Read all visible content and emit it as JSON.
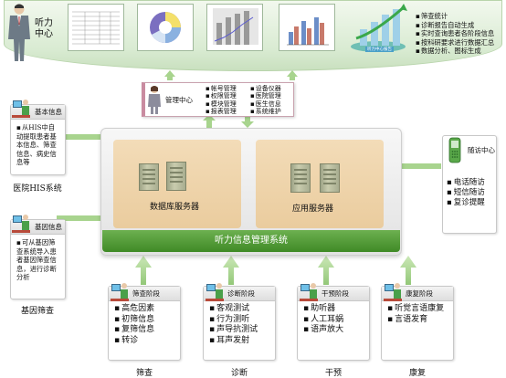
{
  "top": {
    "title_line1": "听力",
    "title_line2": "中心",
    "features": [
      "筛查统计",
      "诊断报告自动生成",
      "实时查询患者各阶段信息",
      "按科研要求进行数据汇总",
      "数据分析、图标生成"
    ],
    "thumb_3d_bar_label": "听力中心报告"
  },
  "management": {
    "title": "管理中心",
    "col1": [
      "帐号管理",
      "权限管理",
      "模块管理",
      "报表管理"
    ],
    "col2": [
      "设备仪器",
      "医院管理",
      "医生信息",
      "系统维护"
    ]
  },
  "basic_info": {
    "title": "基本信息",
    "body": [
      "从HIS中自动提取患者基本信息、筛查信息、病史信息等"
    ],
    "caption": "医院HIS系统"
  },
  "gene_info": {
    "title": "基因信息",
    "body": [
      "可从基因筛查系统导入患者基因筛查信息，进行诊断分析"
    ],
    "caption": "基因筛查"
  },
  "followup": {
    "title": "随访中心",
    "items": [
      "电话随访",
      "短信随访",
      "复诊提醒"
    ]
  },
  "core": {
    "db_server": "数据库服务器",
    "app_server": "应用服务器",
    "system_name": "听力信息管理系统"
  },
  "phases": [
    {
      "title": "筛查阶段",
      "items": [
        "高危因素",
        "初筛信息",
        "复筛信息",
        "转诊"
      ],
      "caption": "筛查"
    },
    {
      "title": "诊断阶段",
      "items": [
        "客观测试",
        "行为测听",
        "声导抗测试",
        "耳声发射"
      ],
      "caption": "诊断"
    },
    {
      "title": "干预阶段",
      "items": [
        "助听器",
        "人工耳蜗",
        "语声放大"
      ],
      "caption": "干预"
    },
    {
      "title": "康复阶段",
      "items": [
        "听觉言语康复",
        "言语发育"
      ],
      "caption": "康复"
    }
  ],
  "colors": {
    "arrow_green": "#a8d48e",
    "system_bar": "#4f9a33",
    "server_box": "#eed2a8",
    "management_header": "#f3dde4"
  },
  "icons": [
    "businessman-icon",
    "table-document-icon",
    "donut-chart-icon",
    "line-chart-icon",
    "bar-chart-icon",
    "3d-bar-chart-icon",
    "doctor-at-computer-icon",
    "mobile-phone-icon",
    "server-icon",
    "arrow-icon"
  ]
}
